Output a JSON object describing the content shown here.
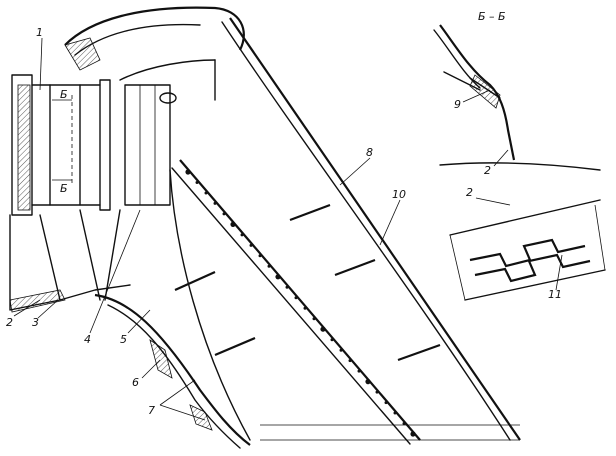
{
  "labels": {
    "l1": "1",
    "l2": "2",
    "l3": "3",
    "l4": "4",
    "l5": "5",
    "l6": "6",
    "l7": "7",
    "l8": "8",
    "l9": "9",
    "l10": "10",
    "l11": "11",
    "l2b": "2",
    "l2c": "2",
    "section_a1": "Б",
    "section_a2": "Б",
    "section_title": "Б – Б"
  }
}
